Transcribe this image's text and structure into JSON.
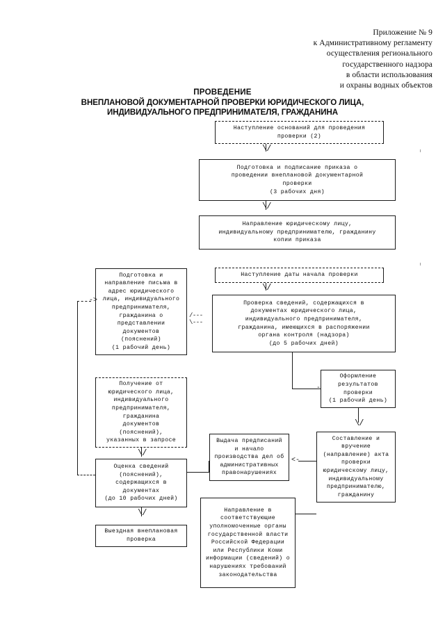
{
  "header": {
    "lines": [
      "Приложение № 9",
      "к Административному регламенту",
      "осуществления регионального",
      "государственного надзора",
      "в области использования",
      "и охраны водных объектов"
    ]
  },
  "title": {
    "line1": "ПРОВЕДЕНИЕ",
    "line2": "ВНЕПЛАНОВОЙ ДОКУМЕНТАРНОЙ ПРОВЕРКИ ЮРИДИЧЕСКОГО ЛИЦА,",
    "line3": "ИНДИВИДУАЛЬНОГО ПРЕДПРИНИМАТЕЛЯ, ГРАЖДАНИНА"
  },
  "flowchart": {
    "type": "flowchart",
    "orientation": "top-to-bottom",
    "nodes": [
      {
        "id": "n1",
        "style": "dashed",
        "lines": [
          "Наступление оснований для проведения",
          "проверки (2)"
        ]
      },
      {
        "id": "n2",
        "style": "solid",
        "lines": [
          "Подготовка и подписание приказа о",
          "проведении внеплановой документарной",
          "проверки",
          "(3 рабочих дня)"
        ]
      },
      {
        "id": "n3",
        "style": "solid",
        "lines": [
          "Направление юридическому лицу,",
          "индивидуальному предпринимателю, гражданину",
          "копии приказа"
        ]
      },
      {
        "id": "n4",
        "style": "dashed",
        "lines": [
          "Наступление даты начала проверки"
        ]
      },
      {
        "id": "n5",
        "style": "solid",
        "lines": [
          "Подготовка и",
          "направление письма в",
          "адрес юридического",
          "лица, индивидуального",
          "предпринимателя,",
          "гражданина о",
          "представлении",
          "документов",
          "(пояснений)",
          "(1 рабочий день)"
        ]
      },
      {
        "id": "n6",
        "style": "solid",
        "lines": [
          "Проверка сведений, содержащихся в",
          "документах юридического лица,",
          "индивидуального предпринимателя,",
          "гражданина, имеющихся в распоряжении",
          "органа контроля (надзора)",
          "(до 5 рабочих дней)"
        ]
      },
      {
        "id": "n7",
        "style": "dashed",
        "lines": [
          "Получение от",
          "юридического лица,",
          "индивидуального",
          "предпринимателя,",
          "гражданина",
          "документов",
          "(пояснений),",
          "указанных в запросе"
        ]
      },
      {
        "id": "n8",
        "style": "solid",
        "lines": [
          "Оформление",
          "результатов",
          "проверки",
          "(1 рабочий день)"
        ]
      },
      {
        "id": "n9",
        "style": "solid",
        "lines": [
          "Выдача предписаний",
          "и начало",
          "производства дел об",
          "административных",
          "правонарушениях"
        ]
      },
      {
        "id": "n10",
        "style": "solid",
        "lines": [
          "Составление и",
          "вручение",
          "(направление) акта",
          "проверки",
          "юридическому лицу,",
          "индивидуальному",
          "предпринимателю,",
          "гражданину"
        ]
      },
      {
        "id": "n11",
        "style": "solid",
        "lines": [
          "Оценка сведений",
          "(пояснений),",
          "содержащихся в",
          "документах",
          "(до 10 рабочих дней)"
        ]
      },
      {
        "id": "n12",
        "style": "solid",
        "lines": [
          "Выездная внеплановая",
          "проверка"
        ]
      },
      {
        "id": "n13",
        "style": "solid",
        "lines": [
          "Направление в",
          "соответствующие",
          "уполномоченные органы",
          "государственной власти",
          "Российской Федерации",
          "или Республики Коми",
          "информации (сведений) о",
          "нарушениях требований",
          "законодательства"
        ]
      }
    ],
    "arrow_glyphs": {
      "down": "\\/",
      "right": "->",
      "left": "<-",
      "merge_top": "/---",
      "merge_bottom": "\\---"
    }
  }
}
